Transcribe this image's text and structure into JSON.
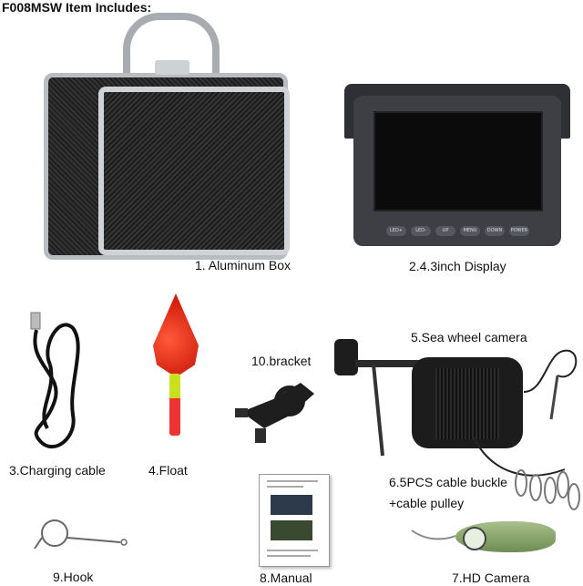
{
  "header": {
    "title": "F008MSW Item Includes:"
  },
  "items": [
    {
      "label": "1. Aluminum Box"
    },
    {
      "label": "2.4.3inch Display"
    },
    {
      "label": "3.Charging cable"
    },
    {
      "label": "4.Float"
    },
    {
      "label": "10.bracket"
    },
    {
      "label": "5.Sea wheel camera"
    },
    {
      "label": "6.5PCS cable buckle"
    },
    {
      "label": "+cable pulley"
    },
    {
      "label": "9.Hook"
    },
    {
      "label": "8.Manual"
    },
    {
      "label": "7.HD Camera"
    }
  ],
  "display": {
    "buttons": [
      "LED+",
      "LED-",
      "UP",
      "MENU",
      "DOWN",
      "POWER"
    ]
  },
  "colors": {
    "float_red": "#d21f0e",
    "float_yellow": "#c8e01e",
    "camera_green": "#7a9a5e"
  }
}
